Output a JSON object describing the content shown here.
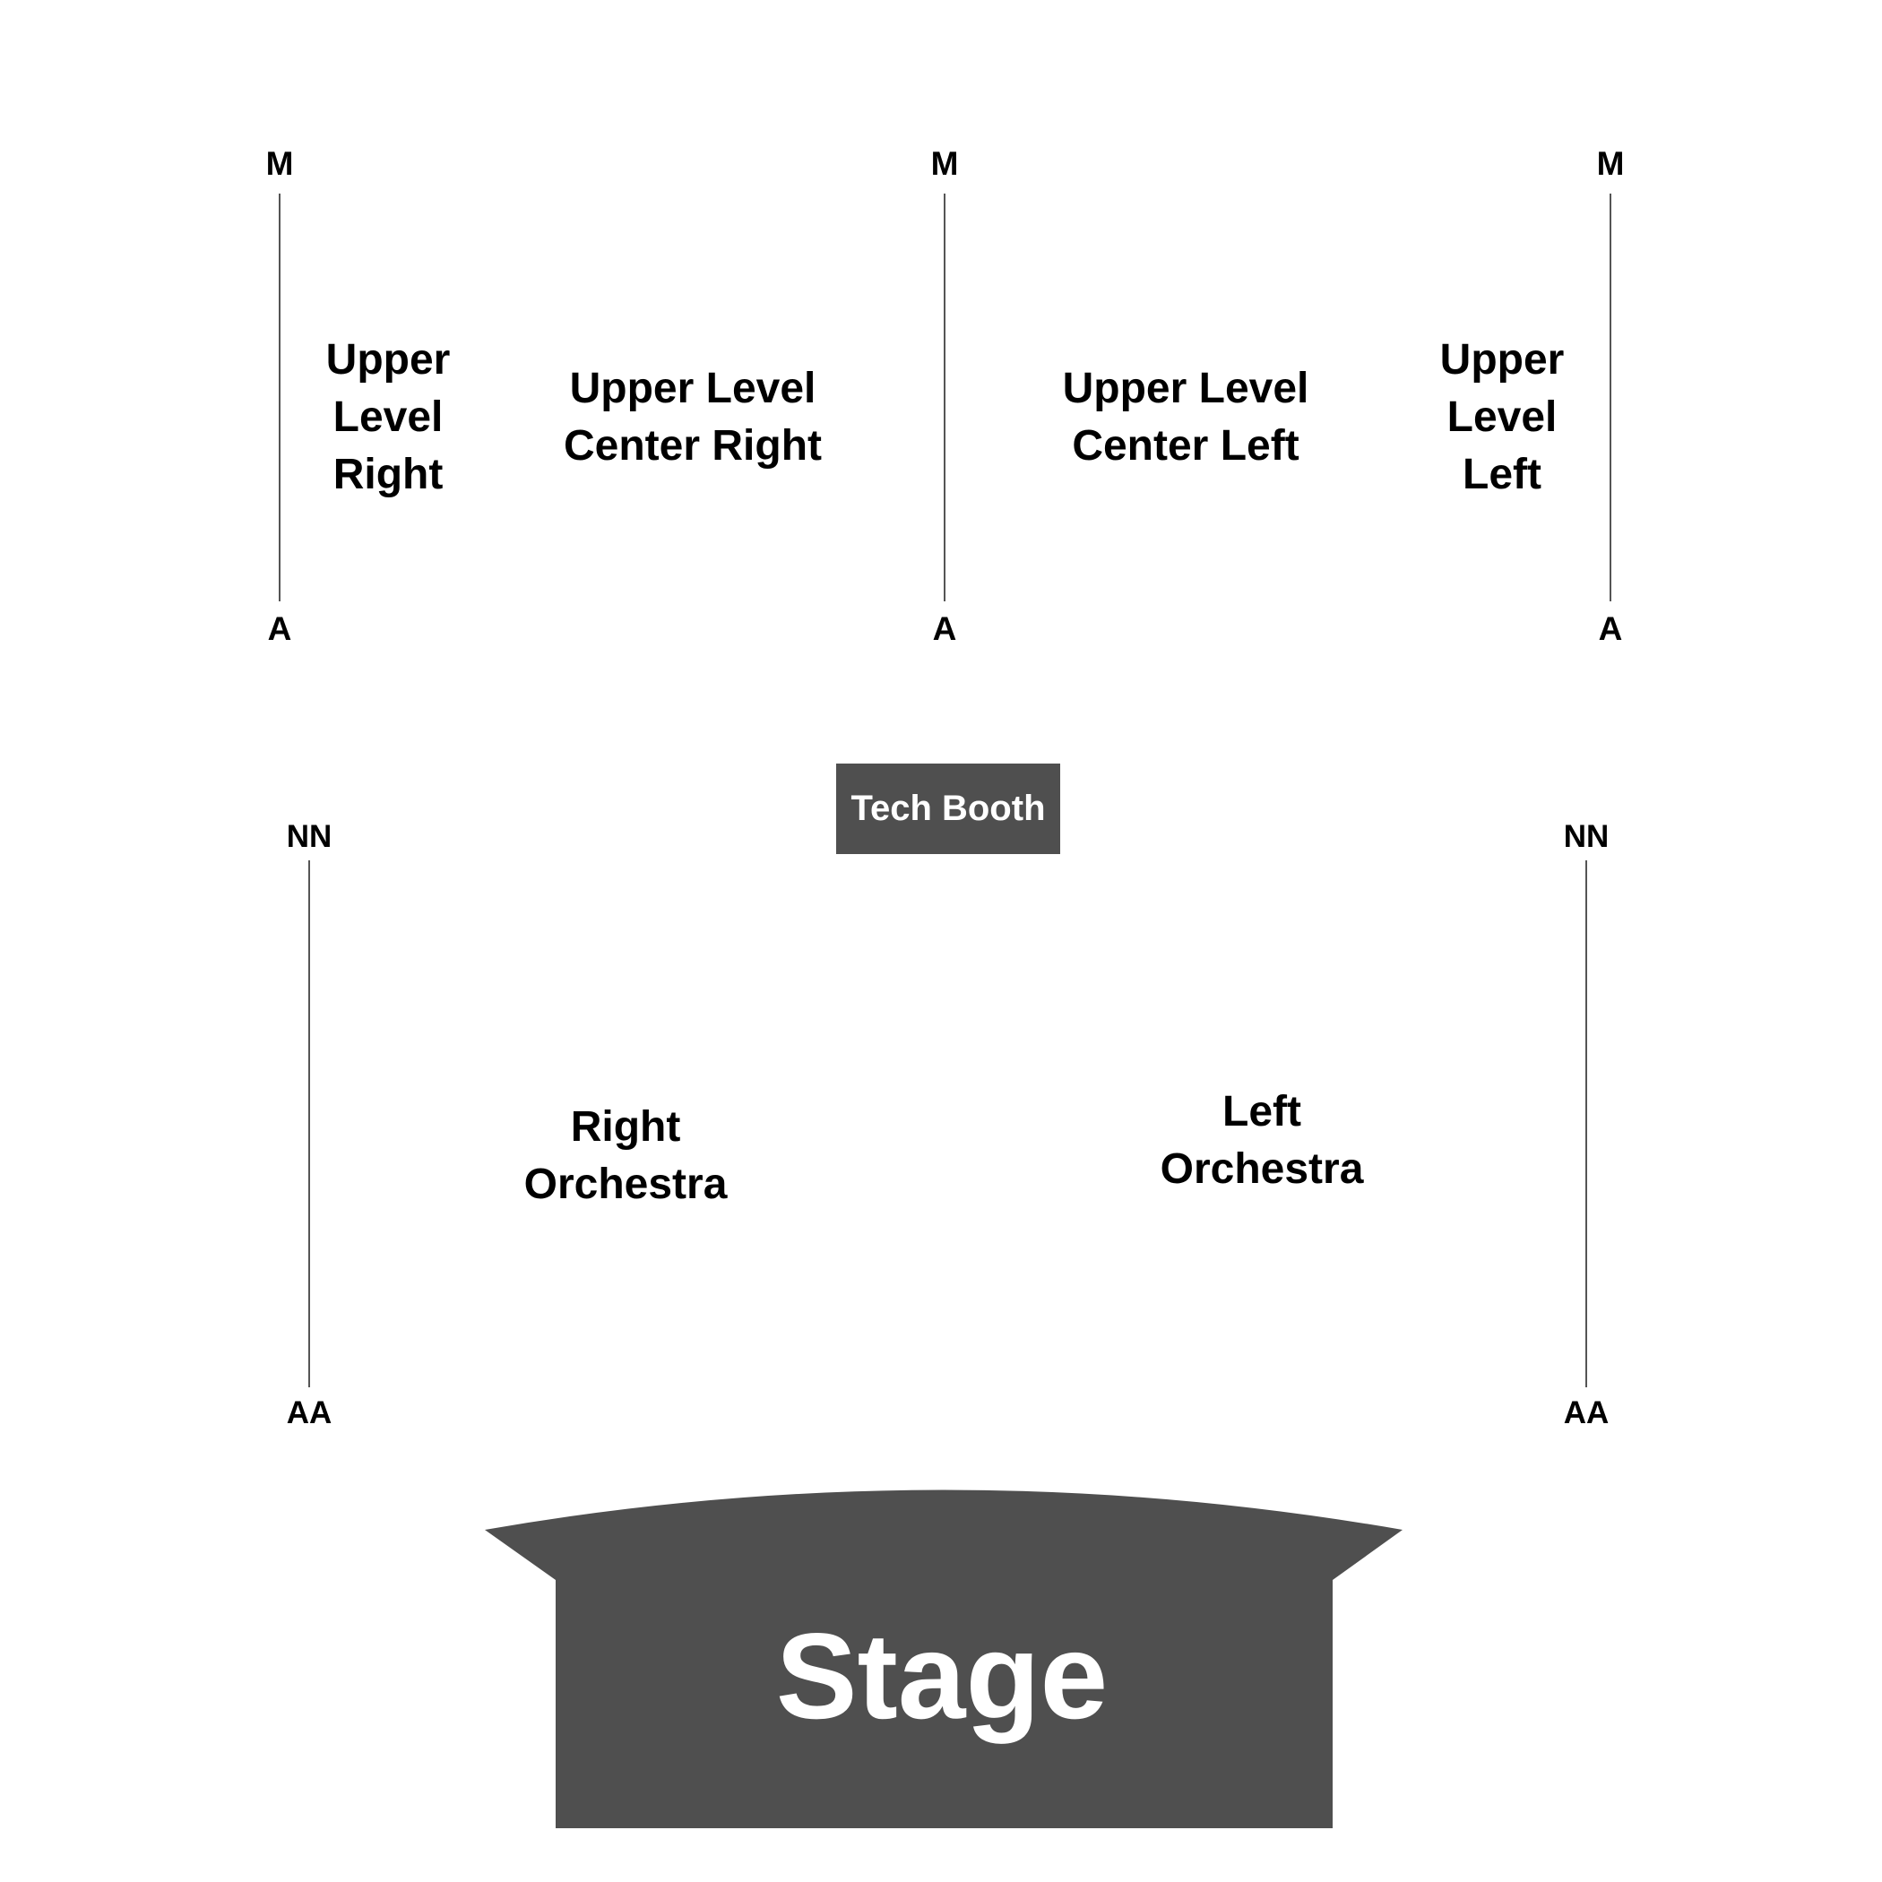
{
  "upper_level": {
    "right_aisle": {
      "top": "M",
      "bottom": "A"
    },
    "center_aisle": {
      "top": "M",
      "bottom": "A"
    },
    "left_aisle": {
      "top": "M",
      "bottom": "A"
    },
    "sections": {
      "right": [
        "Upper",
        "Level",
        "Right"
      ],
      "center_right": [
        "Upper Level",
        "Center Right"
      ],
      "center_left": [
        "Upper Level",
        "Center Left"
      ],
      "left": [
        "Upper",
        "Level",
        "Left"
      ]
    }
  },
  "tech_booth": {
    "label": "Tech Booth"
  },
  "orchestra": {
    "right_aisle": {
      "top": "NN",
      "bottom": "AA"
    },
    "left_aisle": {
      "top": "NN",
      "bottom": "AA"
    },
    "sections": {
      "right": [
        "Right",
        "Orchestra"
      ],
      "left": [
        "Left",
        "Orchestra"
      ]
    }
  },
  "stage": {
    "label": "Stage"
  },
  "colors": {
    "fill_dark": "#4f4f4f",
    "line": "#555555",
    "text": "#000000",
    "text_on_dark": "#ffffff"
  }
}
